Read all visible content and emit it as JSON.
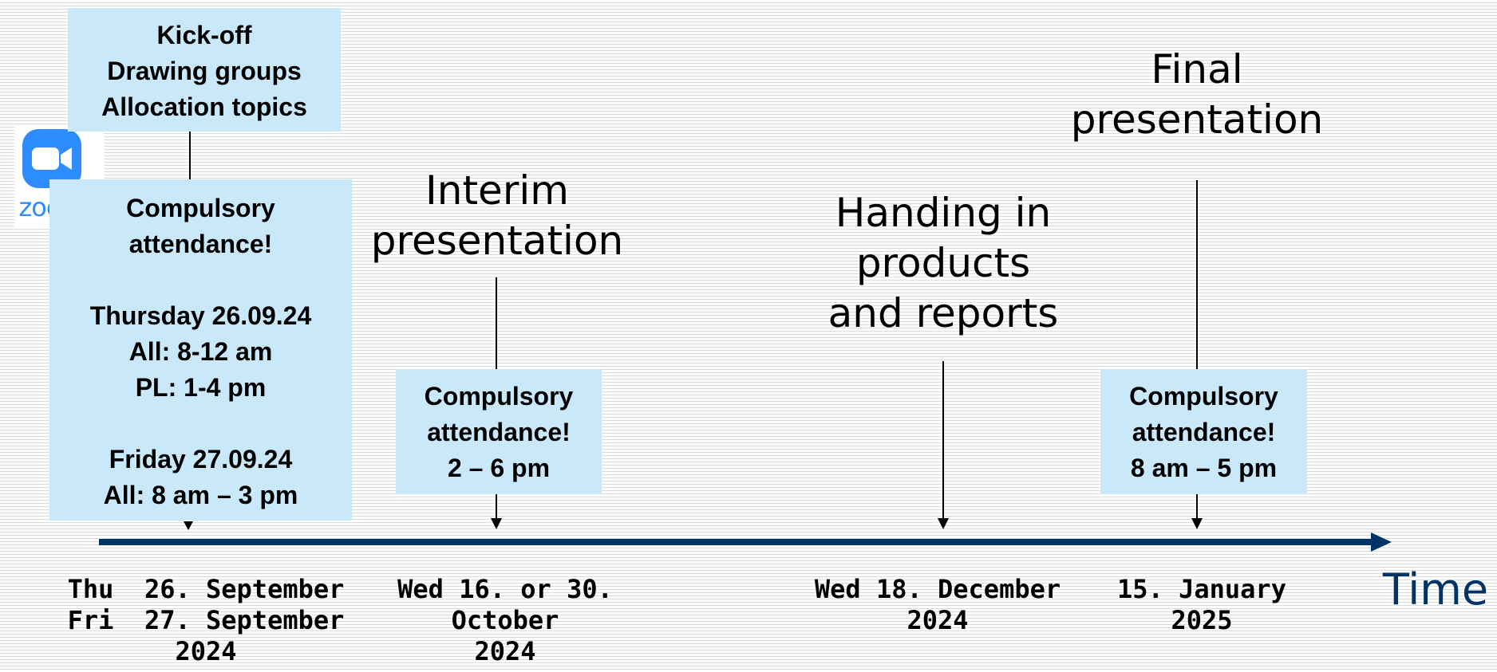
{
  "boxes": {
    "kickoff": "Kick-off\nDrawing groups\nAllocation topics",
    "attendance_kickoff": "Compulsory\nattendance!\n\nThursday 26.09.24\nAll: 8-12 am\nPL: 1-4 pm\n\nFriday 27.09.24\nAll: 8 am – 3 pm",
    "attendance_interim": "Compulsory\nattendance!\n2 – 6 pm",
    "attendance_final": "Compulsory\nattendance!\n8 am – 5 pm"
  },
  "milestones": {
    "interim": "Interim\npresentation",
    "handing_in": "Handing in\nproducts\nand reports",
    "final": "Final\npresentation"
  },
  "dates": {
    "kickoff": "Thu  26. September\nFri  27. September\n2024",
    "interim": "Wed 16. or 30.\nOctober\n2024",
    "handing_in": "Wed 18. December\n2024",
    "final": "15. January\n2025"
  },
  "timeline": {
    "label": "Time",
    "color": "#003366"
  },
  "logo": {
    "text": "zoom",
    "icon": "zoom-camera-icon",
    "color": "#2d8cff"
  },
  "colors": {
    "box_fill": "#c9e9fb"
  }
}
